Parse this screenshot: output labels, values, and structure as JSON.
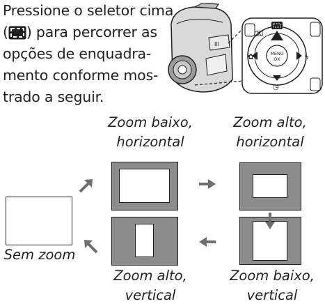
{
  "instruction": {
    "line1": "Pressione o seletor cima",
    "line2_before": "(",
    "line2_after": ") para percorrer as",
    "line3": "opções de enquadra-",
    "line4": "mento conforme mos-",
    "line5": "trado a seguir."
  },
  "camera": {
    "dial_top_icon": "frame-icon",
    "dial_center_label_1": "MENU",
    "dial_center_label_2": "OK"
  },
  "diagram": {
    "low_zoom_horizontal": {
      "line1": "Zoom baixo,",
      "line2": "horizontal"
    },
    "high_zoom_horizontal": {
      "line1": "Zoom alto,",
      "line2": "horizontal"
    },
    "no_zoom": "Sem zoom",
    "high_zoom_vertical": {
      "line1": "Zoom alto,",
      "line2": "vertical"
    },
    "low_zoom_vertical": {
      "line1": "Zoom baixo,",
      "line2": "vertical"
    }
  },
  "colors": {
    "text": "#231f20",
    "frame_gray": "#8c8c8c",
    "arrow_gray": "#6d6e71"
  }
}
